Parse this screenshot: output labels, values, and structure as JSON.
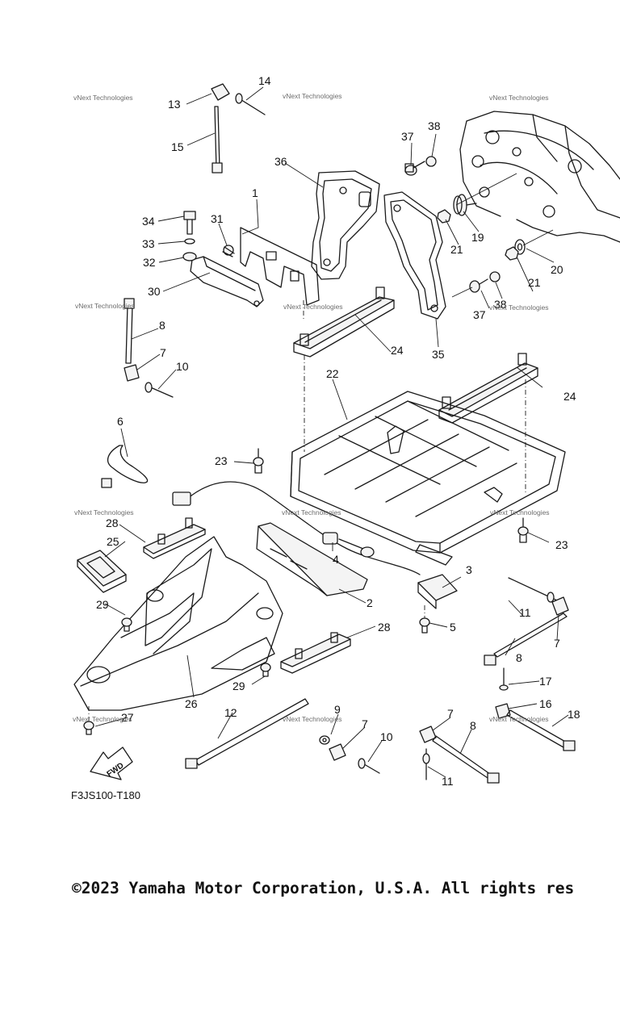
{
  "diagram_code": "F3JS100-T180",
  "copyright": "©2023 Yamaha Motor Corporation, U.S.A. All rights res",
  "watermark": "vNext Technologies",
  "fwd_label": "FWD",
  "callouts": {
    "c1": "1",
    "c2": "2",
    "c3": "3",
    "c4": "4",
    "c5": "5",
    "c6": "6",
    "c7": "7",
    "c8": "8",
    "c9": "9",
    "c10": "10",
    "c11": "11",
    "c12": "12",
    "c13": "13",
    "c14": "14",
    "c15": "15",
    "c16": "16",
    "c17": "17",
    "c18": "18",
    "c19": "19",
    "c20": "20",
    "c21": "21",
    "c22": "22",
    "c23": "23",
    "c24": "24",
    "c25": "25",
    "c26": "26",
    "c27": "27",
    "c28": "28",
    "c29": "29",
    "c30": "30",
    "c31": "31",
    "c32": "32",
    "c33": "33",
    "c34": "34",
    "c35": "35",
    "c36": "36",
    "c37": "37",
    "c38": "38"
  }
}
